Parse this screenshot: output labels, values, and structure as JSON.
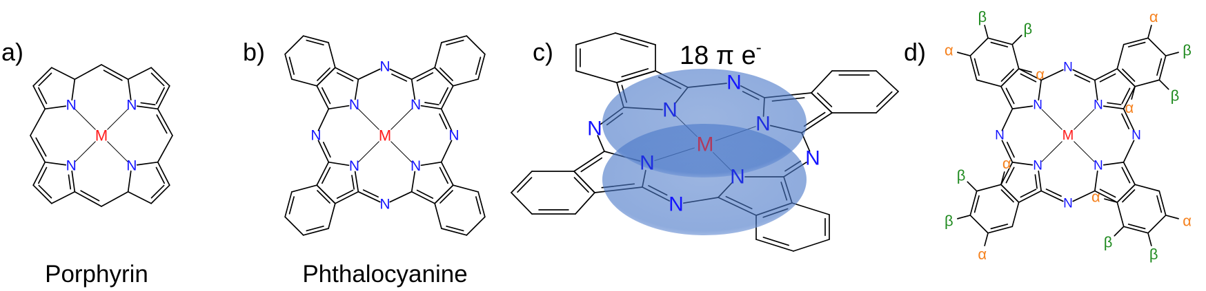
{
  "panels": {
    "a": {
      "tag": "a)",
      "name": "Porphyrin"
    },
    "b": {
      "tag": "b)",
      "name": "Phthalocyanine"
    },
    "c": {
      "tag": "c)",
      "pi_label": "18 π e",
      "pi_sup": "-"
    },
    "d": {
      "tag": "d)"
    }
  },
  "atom_labels": {
    "nitrogen": "N",
    "metal": "M",
    "alpha": "α",
    "beta": "β"
  },
  "colors": {
    "nitrogen": "#1414ff",
    "metal": "#ff1a1a",
    "metal_shaded": "#b03a5e",
    "nitrogen_shaded": "#1e2ee0",
    "alpha": "#f5821f",
    "beta": "#1f8a1f",
    "pi_cloud": "#4a78c8"
  }
}
